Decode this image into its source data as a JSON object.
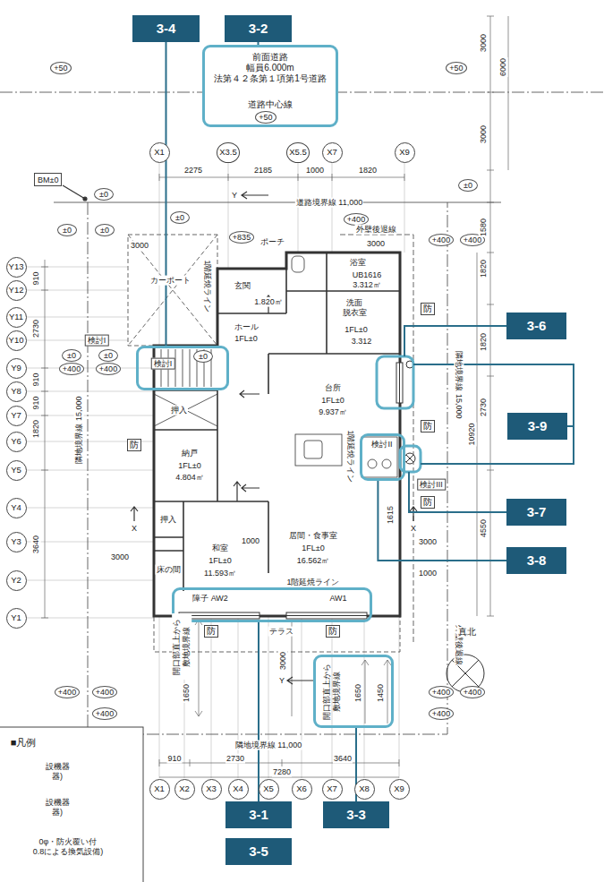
{
  "diagram": {
    "nodes": [
      {
        "text": [
          "3-4"
        ]
      },
      {
        "text": [
          "3-2"
        ]
      },
      {
        "text": [
          "前面道路 幅員6.000m 法第４２条第１項第1号道路",
          "道路中心線"
        ]
      },
      {
        "text": [
          "+50"
        ],
        "in": 2
      },
      {
        "text": [
          "BM±0"
        ]
      },
      {
        "text": [
          "X1"
        ]
      },
      {
        "text": [
          "X3.5"
        ]
      },
      {
        "text": [
          "X5.5"
        ]
      },
      {
        "text": [
          "X7"
        ]
      },
      {
        "text": [
          "X9"
        ]
      },
      {
        "text": [
          "Y13"
        ]
      },
      {
        "text": [
          "Y12"
        ]
      },
      {
        "text": [
          "Y11"
        ]
      },
      {
        "text": [
          "Y10"
        ]
      },
      {
        "text": [
          "Y9"
        ]
      },
      {
        "text": [
          "Y8"
        ]
      },
      {
        "text": [
          "Y7"
        ]
      },
      {
        "text": [
          "Y6"
        ]
      },
      {
        "text": [
          "Y5"
        ]
      },
      {
        "text": [
          "Y4"
        ]
      },
      {
        "text": [
          "Y3"
        ]
      },
      {
        "text": [
          "Y2"
        ]
      },
      {
        "text": [
          "Y1"
        ]
      },
      {
        "text": [
          "X1"
        ]
      },
      {
        "text": [
          "X2"
        ]
      },
      {
        "text": [
          "X3"
        ]
      },
      {
        "text": [
          "X4"
        ]
      },
      {
        "text": [
          "X5"
        ]
      },
      {
        "text": [
          "X6"
        ]
      },
      {
        "text": [
          "X7"
        ]
      },
      {
        "text": [
          "X8"
        ]
      },
      {
        "text": [
          "X9"
        ]
      },
      {
        "text": [
          "検討I"
        ]
      },
      {
        "text": [
          "検討II"
        ]
      },
      {
        "text": [
          "障子 AW2",
          "AW1"
        ]
      },
      {
        "text": [
          "開口部直上から 敷地境界線",
          "1650",
          "1450"
        ]
      },
      {
        "text": [
          "+50"
        ]
      },
      {
        "text": [
          "+50"
        ]
      },
      {
        "text": [
          "±0"
        ]
      },
      {
        "text": [
          "±0"
        ]
      },
      {
        "text": [
          "±0"
        ]
      },
      {
        "text": [
          "±0"
        ]
      },
      {
        "text": [
          "±0"
        ]
      },
      {
        "text": [
          "+400"
        ]
      },
      {
        "text": [
          "+400"
        ]
      },
      {
        "text": [
          "+400"
        ]
      },
      {
        "text": [
          "+835"
        ]
      },
      {
        "text": [
          "±0"
        ]
      },
      {
        "text": [
          "±0"
        ]
      },
      {
        "text": [
          "+400"
        ]
      },
      {
        "text": [
          "+400"
        ]
      },
      {
        "text": [
          "±0"
        ],
        "in": 32
      },
      {
        "text": [
          "+400"
        ]
      },
      {
        "text": [
          "+400"
        ]
      },
      {
        "text": [
          "+400"
        ]
      },
      {
        "text": [
          "+400"
        ]
      },
      {
        "text": [
          "+400"
        ]
      },
      {
        "text": [
          "+400"
        ]
      },
      {
        "text": [
          "3-6"
        ]
      },
      {
        "text": [
          "3-9"
        ]
      },
      {
        "text": [
          "3-7"
        ]
      },
      {
        "text": [
          "3-8"
        ]
      },
      {
        "text": [
          "3-1"
        ]
      },
      {
        "text": [
          "3-3"
        ]
      },
      {
        "text": [
          "3-5"
        ]
      }
    ],
    "edges": [
      {
        "from": 0,
        "to": 32,
        "arrow": "none"
      },
      {
        "from": 1,
        "to": 2,
        "arrow": "none"
      },
      {
        "from": 61,
        "to": 33,
        "arrow": "none"
      },
      {
        "from": 62,
        "to": 34,
        "arrow": "none"
      },
      {
        "from": 63,
        "to": 35,
        "arrow": "none"
      }
    ],
    "labels": [
      "3000",
      "6000",
      "3000",
      "1580",
      "1820",
      "1820",
      "2730",
      "10920",
      "4550",
      "隣地境界線 15,000",
      "外壁後退線",
      "外壁後退線",
      "3000",
      "910",
      "2730",
      "910",
      "910",
      "1820",
      "3640",
      "隣地境界線 15,000",
      "3000",
      "カーポート",
      "3000",
      "3000",
      "1000",
      "1000",
      "2275",
      "2185",
      "1000",
      "1820",
      "910",
      "2730",
      "3640",
      "7280",
      "道路境界線 11,000",
      "Y",
      "Y",
      "隣地境界線 11,000",
      "1階延焼ライン",
      "1階延焼ライン",
      "1階延焼ライン",
      "ポーチ",
      "玄関",
      "1.820㎡",
      "ホール",
      "1FL±0",
      "浴室",
      "UB1616",
      "3.312㎡",
      "洗面 脱衣室",
      "1FL±0",
      "3.312",
      "台所",
      "1FL±0",
      "9.937㎡",
      "納戸",
      "1FL±0",
      "4.804㎡",
      "押入",
      "押入",
      "和室",
      "1FL±0",
      "11.593㎡",
      "床の間",
      "居間・食事室",
      "1FL±0",
      "16.562㎡",
      "テラス",
      "防",
      "防",
      "防",
      "防",
      "防",
      "防",
      "検討I",
      "検討III",
      "開口部直上から 敷地境界線",
      "1650",
      "3000",
      "X",
      "X",
      "真北",
      "1615",
      "■凡例"
    ],
    "legend": [
      {
        "text": "設機器 器)"
      },
      {
        "text": "設機器 器)"
      },
      {
        "text": "0φ・防火覆い付 0.8による換気設備)"
      }
    ]
  }
}
